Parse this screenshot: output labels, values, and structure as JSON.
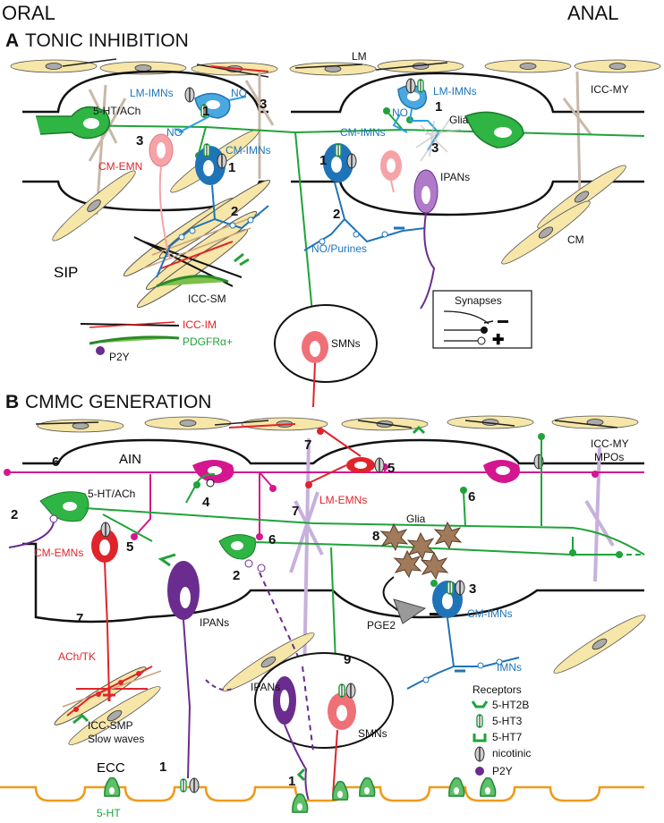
{
  "header": {
    "oral": "ORAL",
    "anal": "ANAL"
  },
  "panel_a": {
    "letter": "A",
    "title": "TONIC INHIBITION",
    "lm": "LM",
    "lm_imns_left": "LM-IMNs",
    "lm_imns_right": "LM-IMNs",
    "ht_ach": "5-HT/ACh",
    "no_1": "NO",
    "no_2": "NO",
    "no_3": "NO",
    "cm_emn": "CM-EMN",
    "cm_imns_left": "CM-IMNs",
    "cm_imns_right": "CM-IMNs",
    "glia": "Glia",
    "ipans": "IPANs",
    "icc_my": "ICC-MY",
    "cm": "CM",
    "no_purines": "NO/Purines",
    "sip": "SIP",
    "icc_sm": "ICC-SM",
    "icc_im": "ICC-IM",
    "pdgfra": "PDGFRα+",
    "p2y": "P2Y",
    "smns": "SMNs",
    "synapses": "Synapses",
    "minus": "−",
    "plus": "✚",
    "n1a": "1",
    "n1b": "1",
    "n1c": "1",
    "n1d": "1",
    "n2a": "2",
    "n2b": "2",
    "n3a": "3",
    "n3b": "3",
    "n3c": "3"
  },
  "panel_b": {
    "letter": "B",
    "title": "CMMC GENERATION",
    "ain": "AIN",
    "ht_ach": "5-HT/ACh",
    "lm_emns": "LM-EMNs",
    "icc_my": "ICC-MY",
    "mpos": "MPOs",
    "cm_emns": "CM-EMNs",
    "glia": "Glia",
    "pge2": "PGE2",
    "cm_imns": "CM-IMNs",
    "ipans_1": "IPANs",
    "ipans_2": "IPANs",
    "smns": "SMNs",
    "ach_tk": "ACh/TK",
    "icc_smp": "ICC-SMP",
    "slow_waves": "Slow waves",
    "imns": "IMNs",
    "ecc": "ECC",
    "ht": "5-HT",
    "minus": "−",
    "n1a": "1",
    "n1b": "1",
    "n2a": "2",
    "n2b": "2",
    "n3": "3",
    "n4": "4",
    "n5a": "5",
    "n5b": "5",
    "n6a": "6",
    "n6b": "6",
    "n6c": "6",
    "n7a": "7",
    "n7b": "7",
    "n7c": "7",
    "n8": "8",
    "n9": "9",
    "receptors": {
      "title": "Receptors",
      "items": [
        "5-HT2B",
        "5-HT3",
        "5-HT7",
        "nicotinic",
        "P2Y"
      ]
    }
  },
  "colors": {
    "green": "#1fa33a",
    "blue": "#1f74b8",
    "red": "#e0242b",
    "magenta": "#d4178f",
    "purple": "#6a2c8f",
    "cm_fill": "#f6e6a8",
    "orange": "#f09a1a",
    "glia": "#a07a5a",
    "icc": "#c8b8a8",
    "mpo": "#c7b1dc"
  }
}
